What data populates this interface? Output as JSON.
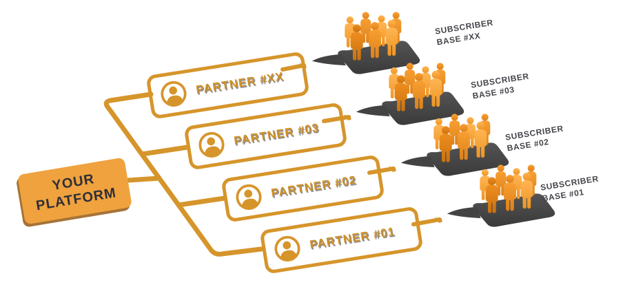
{
  "diagram": {
    "name": "platform-partner-distribution-diagram",
    "colors": {
      "accent_gold": "#D6952B",
      "platform_box_fill": "#EFA23E",
      "people_orange": "#F29A2E",
      "tray_gray": "#474747",
      "dark_text": "#2F2F36",
      "label_gray": "#45454C"
    },
    "icons": {
      "partner_icon": "person-in-circle-icon",
      "crowd_icon": "crowd-on-tray-icon",
      "arrow_icon": "right-arrow-icon"
    },
    "platform_box": {
      "line1": "YOUR",
      "line2": "PLATFORM"
    },
    "partners": [
      {
        "label": "PARTNER #XX"
      },
      {
        "label": "PARTNER #03"
      },
      {
        "label": "PARTNER #02"
      },
      {
        "label": "PARTNER #01"
      }
    ],
    "subscriber_bases": [
      {
        "line1": "SUBSCRIBER",
        "line2": "BASE #XX"
      },
      {
        "line1": "SUBSCRIBER",
        "line2": "BASE #03"
      },
      {
        "line1": "SUBSCRIBER",
        "line2": "BASE #02"
      },
      {
        "line1": "SUBSCRIBER",
        "line2": "BASE #01"
      }
    ]
  }
}
